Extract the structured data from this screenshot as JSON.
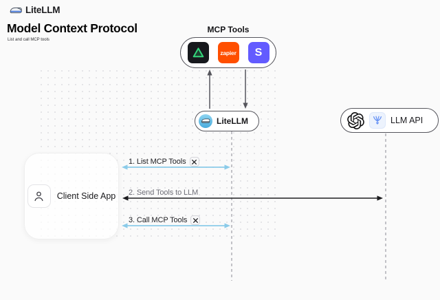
{
  "header": {
    "brand": "LiteLLM",
    "title": "Model Context Protocol",
    "subtitle": "List and call MCP tools"
  },
  "mcp": {
    "label": "MCP Tools",
    "tools": [
      {
        "name": "green-triangle-tool"
      },
      {
        "name": "zapier",
        "text": "zapier"
      },
      {
        "name": "stripe",
        "text": "S"
      }
    ]
  },
  "nodes": {
    "litellm": "LiteLLM",
    "llm_api": "LLM API",
    "client": "Client Side App"
  },
  "arrows": [
    {
      "label": "1. List MCP Tools",
      "tools_icon": true,
      "color": "#8bcbe9"
    },
    {
      "label": "2. Send Tools to LLM",
      "tools_icon": false,
      "color": "#1c1c1f"
    },
    {
      "label": "3. Call MCP Tools",
      "tools_icon": true,
      "color": "#8bcbe9"
    }
  ],
  "colors": {
    "background": "#fafafa",
    "accent_blue": "#8bcbe9",
    "arrow_black": "#1c1c1f",
    "node_border": "#55555c",
    "zapier_orange": "#ff4f00",
    "stripe_purple": "#635bff",
    "triangle_green": "#34d77b",
    "litellm_blue": "#49abdc"
  }
}
